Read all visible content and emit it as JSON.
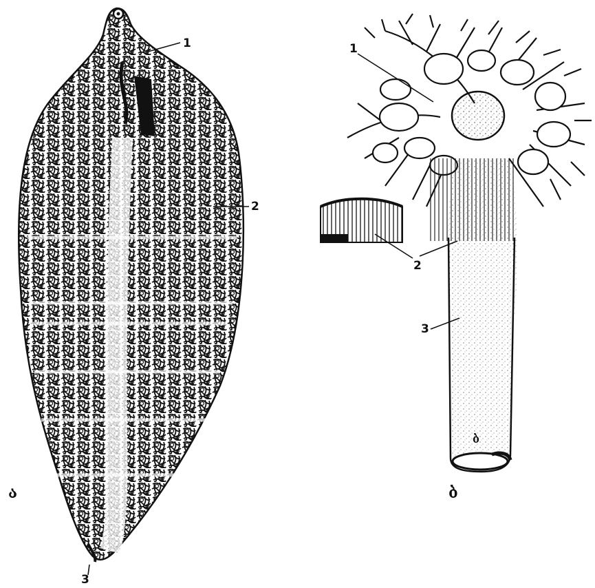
{
  "figure": {
    "panel_a": {
      "panel_label": "ა",
      "labels": {
        "one": "1",
        "two": "2",
        "three": "3"
      }
    },
    "panel_b": {
      "panel_label": "ბ",
      "labels": {
        "one": "1",
        "two": "2",
        "three": "3",
        "inner": "ბ"
      }
    }
  },
  "colors": {
    "ink": "#111111",
    "background": "#ffffff"
  }
}
